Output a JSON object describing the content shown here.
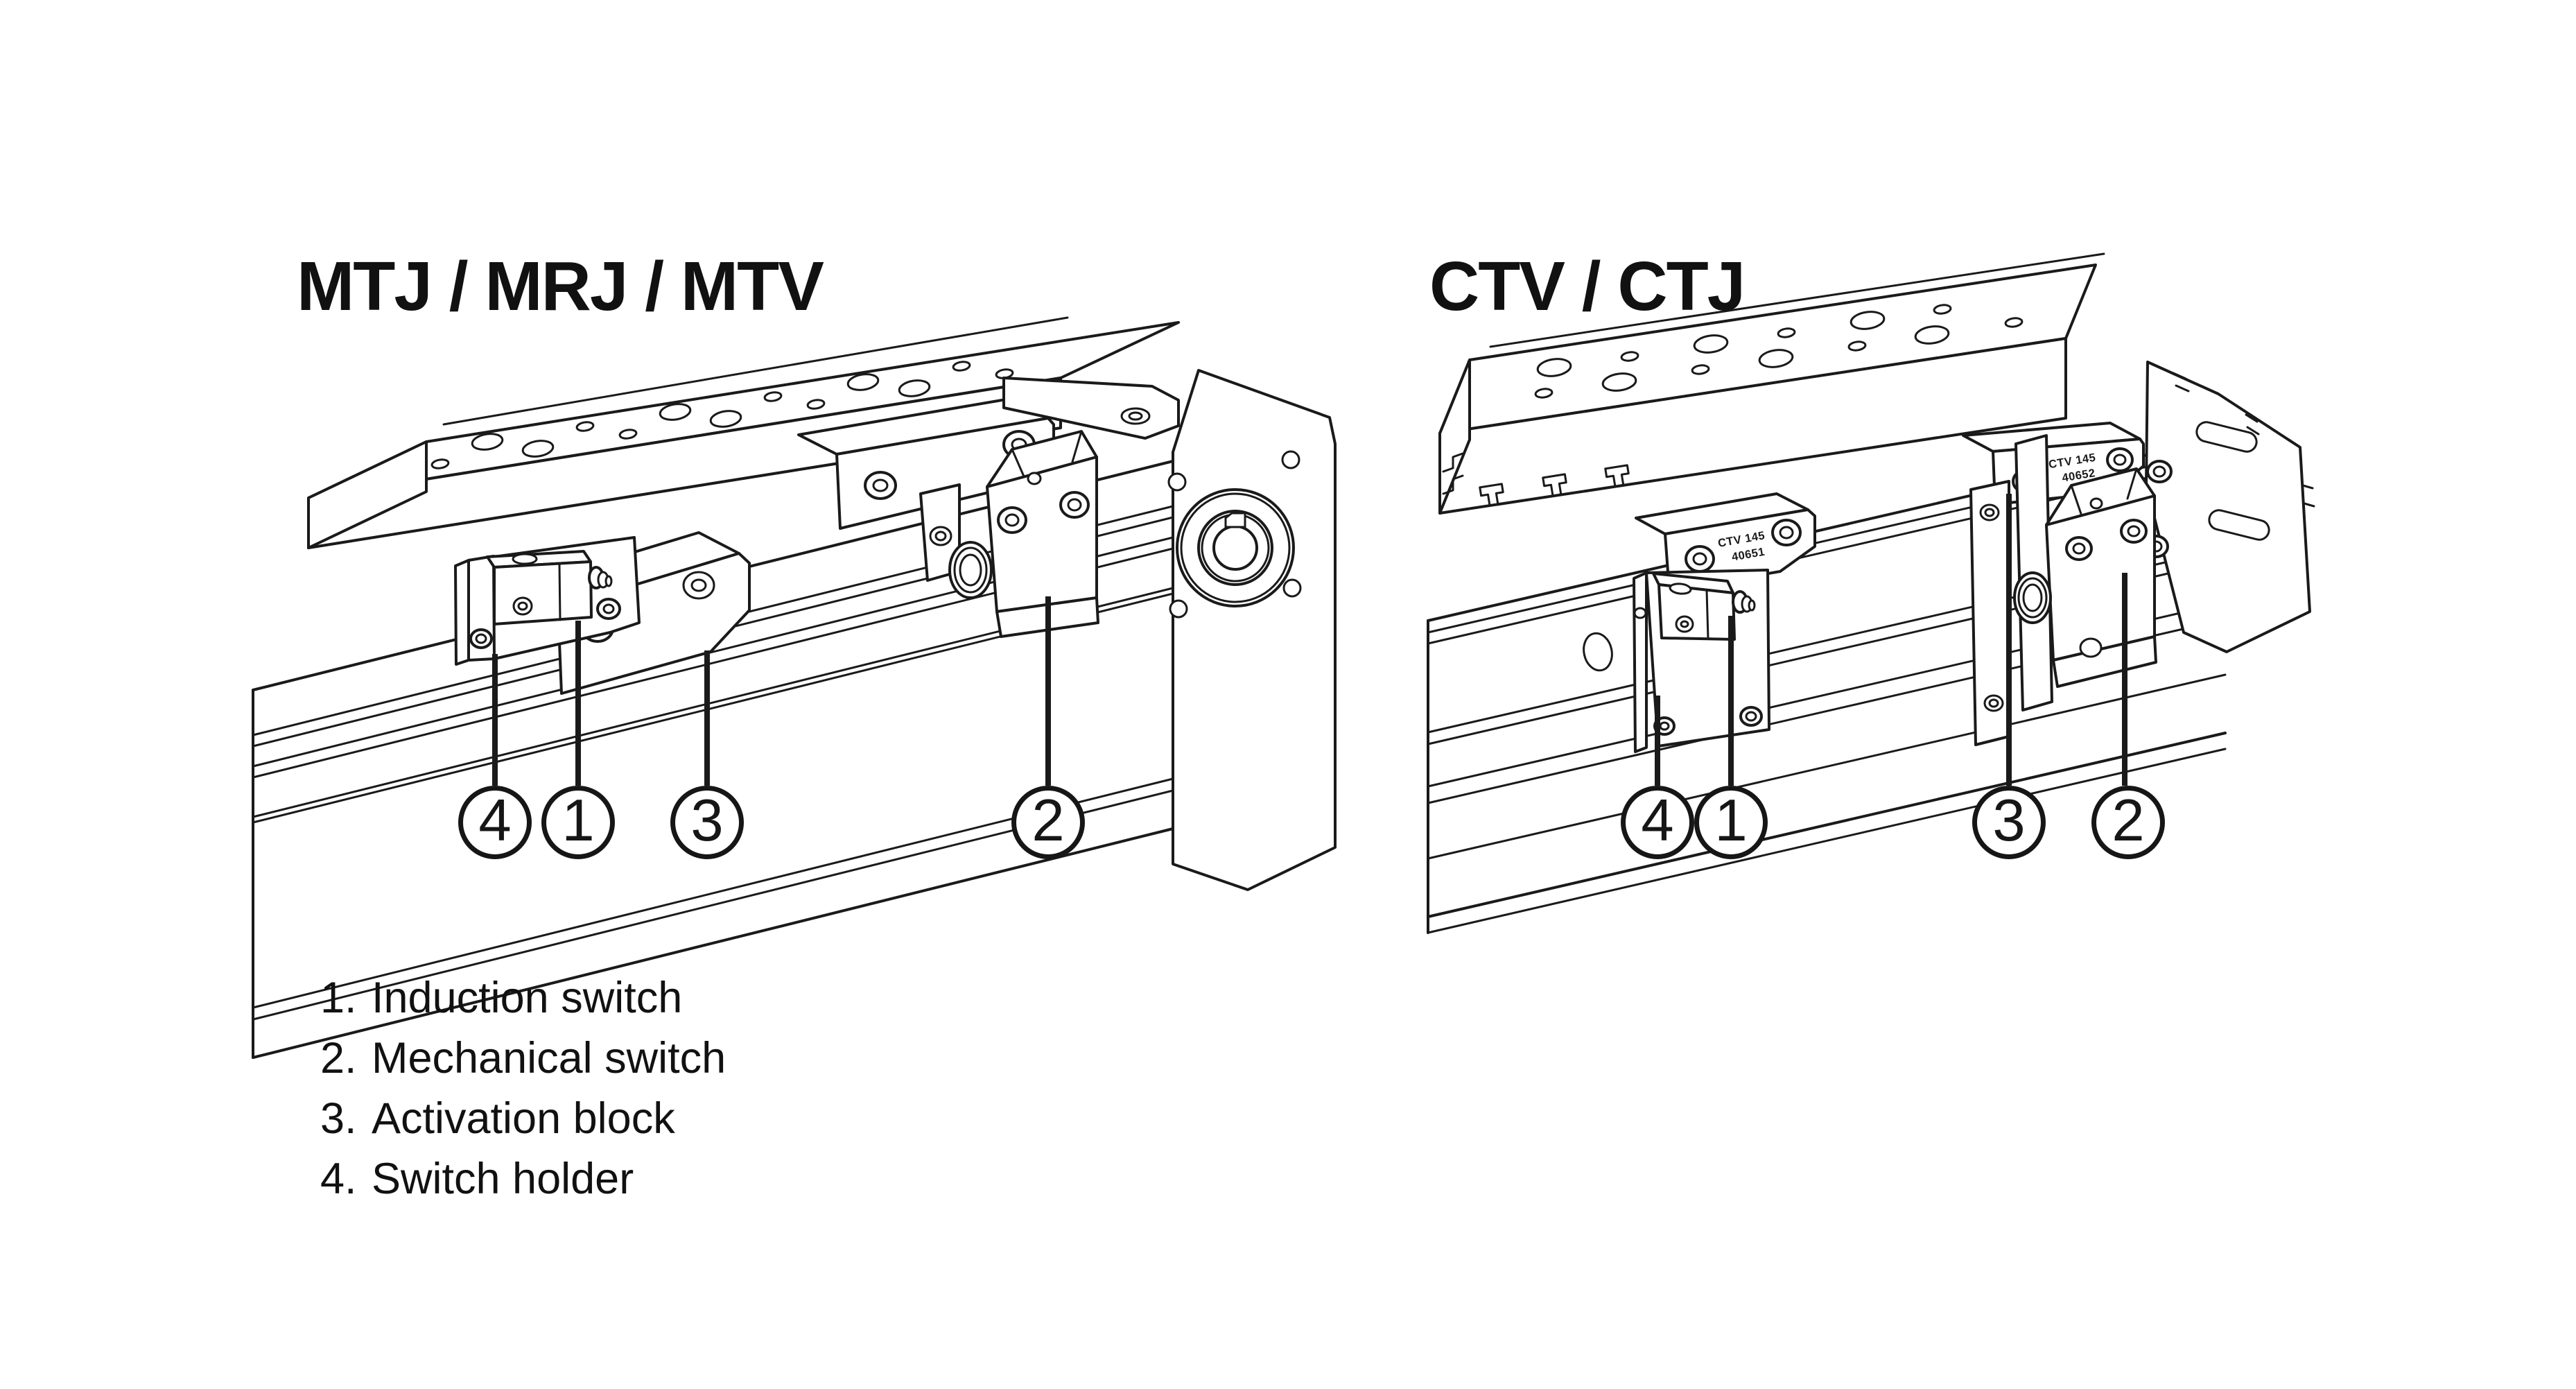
{
  "page": {
    "background": "#ffffff",
    "ink": "#1a1a1a"
  },
  "diagrams": {
    "left": {
      "title": "MTJ / MRJ / MTV",
      "callouts": [
        {
          "number": "4"
        },
        {
          "number": "1"
        },
        {
          "number": "3"
        },
        {
          "number": "2"
        }
      ]
    },
    "right": {
      "title": "CTV / CTJ",
      "block_labels": [
        {
          "line1": "CTV 145",
          "line2": "40651"
        },
        {
          "line1": "CTV 145",
          "line2": "40652"
        }
      ],
      "callouts": [
        {
          "number": "4"
        },
        {
          "number": "1"
        },
        {
          "number": "3"
        },
        {
          "number": "2"
        }
      ]
    }
  },
  "legend": {
    "items": [
      {
        "number": "1.",
        "label": "Induction switch"
      },
      {
        "number": "2.",
        "label": "Mechanical switch"
      },
      {
        "number": "3.",
        "label": "Activation block"
      },
      {
        "number": "4.",
        "label": "Switch holder"
      }
    ]
  }
}
